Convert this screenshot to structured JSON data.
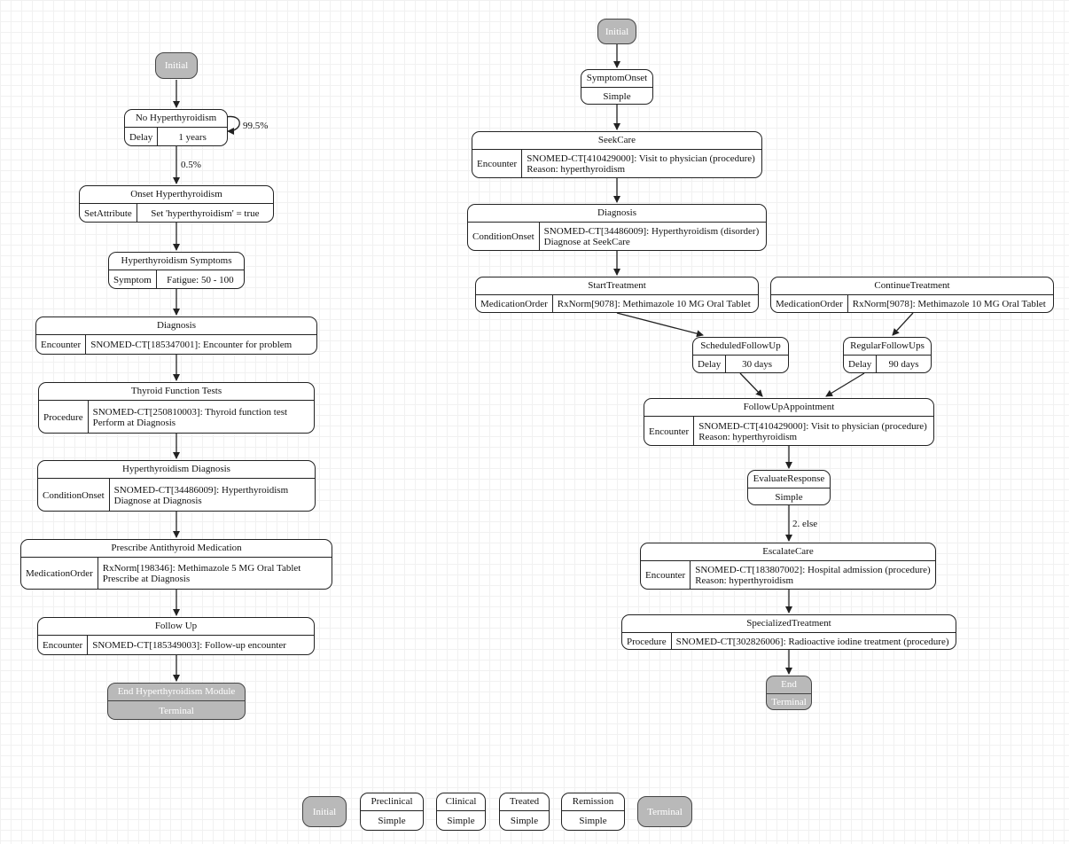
{
  "left": {
    "initial": "Initial",
    "no_hyper": {
      "title": "No Hyperthyroidism",
      "type": "Delay",
      "detail": "1 years",
      "loop_label": "99.5%"
    },
    "edge_onset_label": "0.5%",
    "onset": {
      "title": "Onset Hyperthyroidism",
      "type": "SetAttribute",
      "detail": "Set 'hyperthyroidism' = true"
    },
    "symptoms": {
      "title": "Hyperthyroidism Symptoms",
      "type": "Symptom",
      "detail": "Fatigue: 50 - 100"
    },
    "diagnosis": {
      "title": "Diagnosis",
      "type": "Encounter",
      "detail": "SNOMED-CT[185347001]: Encounter for problem"
    },
    "tft": {
      "title": "Thyroid Function Tests",
      "type": "Procedure",
      "detail1": "SNOMED-CT[250810003]: Thyroid function test",
      "detail2": "Perform at Diagnosis"
    },
    "hyper_dx": {
      "title": "Hyperthyroidism Diagnosis",
      "type": "ConditionOnset",
      "detail1": "SNOMED-CT[34486009]: Hyperthyroidism",
      "detail2": "Diagnose at Diagnosis"
    },
    "prescribe": {
      "title": "Prescribe Antithyroid Medication",
      "type": "MedicationOrder",
      "detail1": "RxNorm[198346]: Methimazole 5 MG Oral Tablet",
      "detail2": "Prescribe at Diagnosis"
    },
    "follow_up": {
      "title": "Follow Up",
      "type": "Encounter",
      "detail": "SNOMED-CT[185349003]: Follow-up encounter"
    },
    "end": {
      "title": "End Hyperthyroidism Module",
      "sub": "Terminal"
    }
  },
  "right": {
    "initial": "Initial",
    "symptom_onset": {
      "title": "SymptomOnset",
      "sub": "Simple"
    },
    "seek_care": {
      "title": "SeekCare",
      "type": "Encounter",
      "detail1": "SNOMED-CT[410429000]: Visit to physician (procedure)",
      "detail2": "Reason: hyperthyroidism"
    },
    "diagnosis": {
      "title": "Diagnosis",
      "type": "ConditionOnset",
      "detail1": "SNOMED-CT[34486009]: Hyperthyroidism (disorder)",
      "detail2": "Diagnose at SeekCare"
    },
    "start_treatment": {
      "title": "StartTreatment",
      "type": "MedicationOrder",
      "detail": "RxNorm[9078]: Methimazole 10 MG Oral Tablet"
    },
    "continue_treatment": {
      "title": "ContinueTreatment",
      "type": "MedicationOrder",
      "detail": "RxNorm[9078]: Methimazole 10 MG Oral Tablet"
    },
    "scheduled_fu": {
      "title": "ScheduledFollowUp",
      "type": "Delay",
      "detail": "30 days"
    },
    "regular_fu": {
      "title": "RegularFollowUps",
      "type": "Delay",
      "detail": "90 days"
    },
    "fu_appt": {
      "title": "FollowUpAppointment",
      "type": "Encounter",
      "detail1": "SNOMED-CT[410429000]: Visit to physician (procedure)",
      "detail2": "Reason: hyperthyroidism"
    },
    "evaluate": {
      "title": "EvaluateResponse",
      "sub": "Simple"
    },
    "else_label": "2. else",
    "escalate": {
      "title": "EscalateCare",
      "type": "Encounter",
      "detail1": "SNOMED-CT[183807002]: Hospital admission (procedure)",
      "detail2": "Reason: hyperthyroidism"
    },
    "specialized": {
      "title": "SpecializedTreatment",
      "type": "Procedure",
      "detail": "SNOMED-CT[302826006]: Radioactive iodine treatment (procedure)"
    },
    "end": {
      "title": "End",
      "sub": "Terminal"
    }
  },
  "legend": {
    "initial": "Initial",
    "preclinical": {
      "title": "Preclinical",
      "sub": "Simple"
    },
    "clinical": {
      "title": "Clinical",
      "sub": "Simple"
    },
    "treated": {
      "title": "Treated",
      "sub": "Simple"
    },
    "remission": {
      "title": "Remission",
      "sub": "Simple"
    },
    "terminal": "Terminal"
  }
}
